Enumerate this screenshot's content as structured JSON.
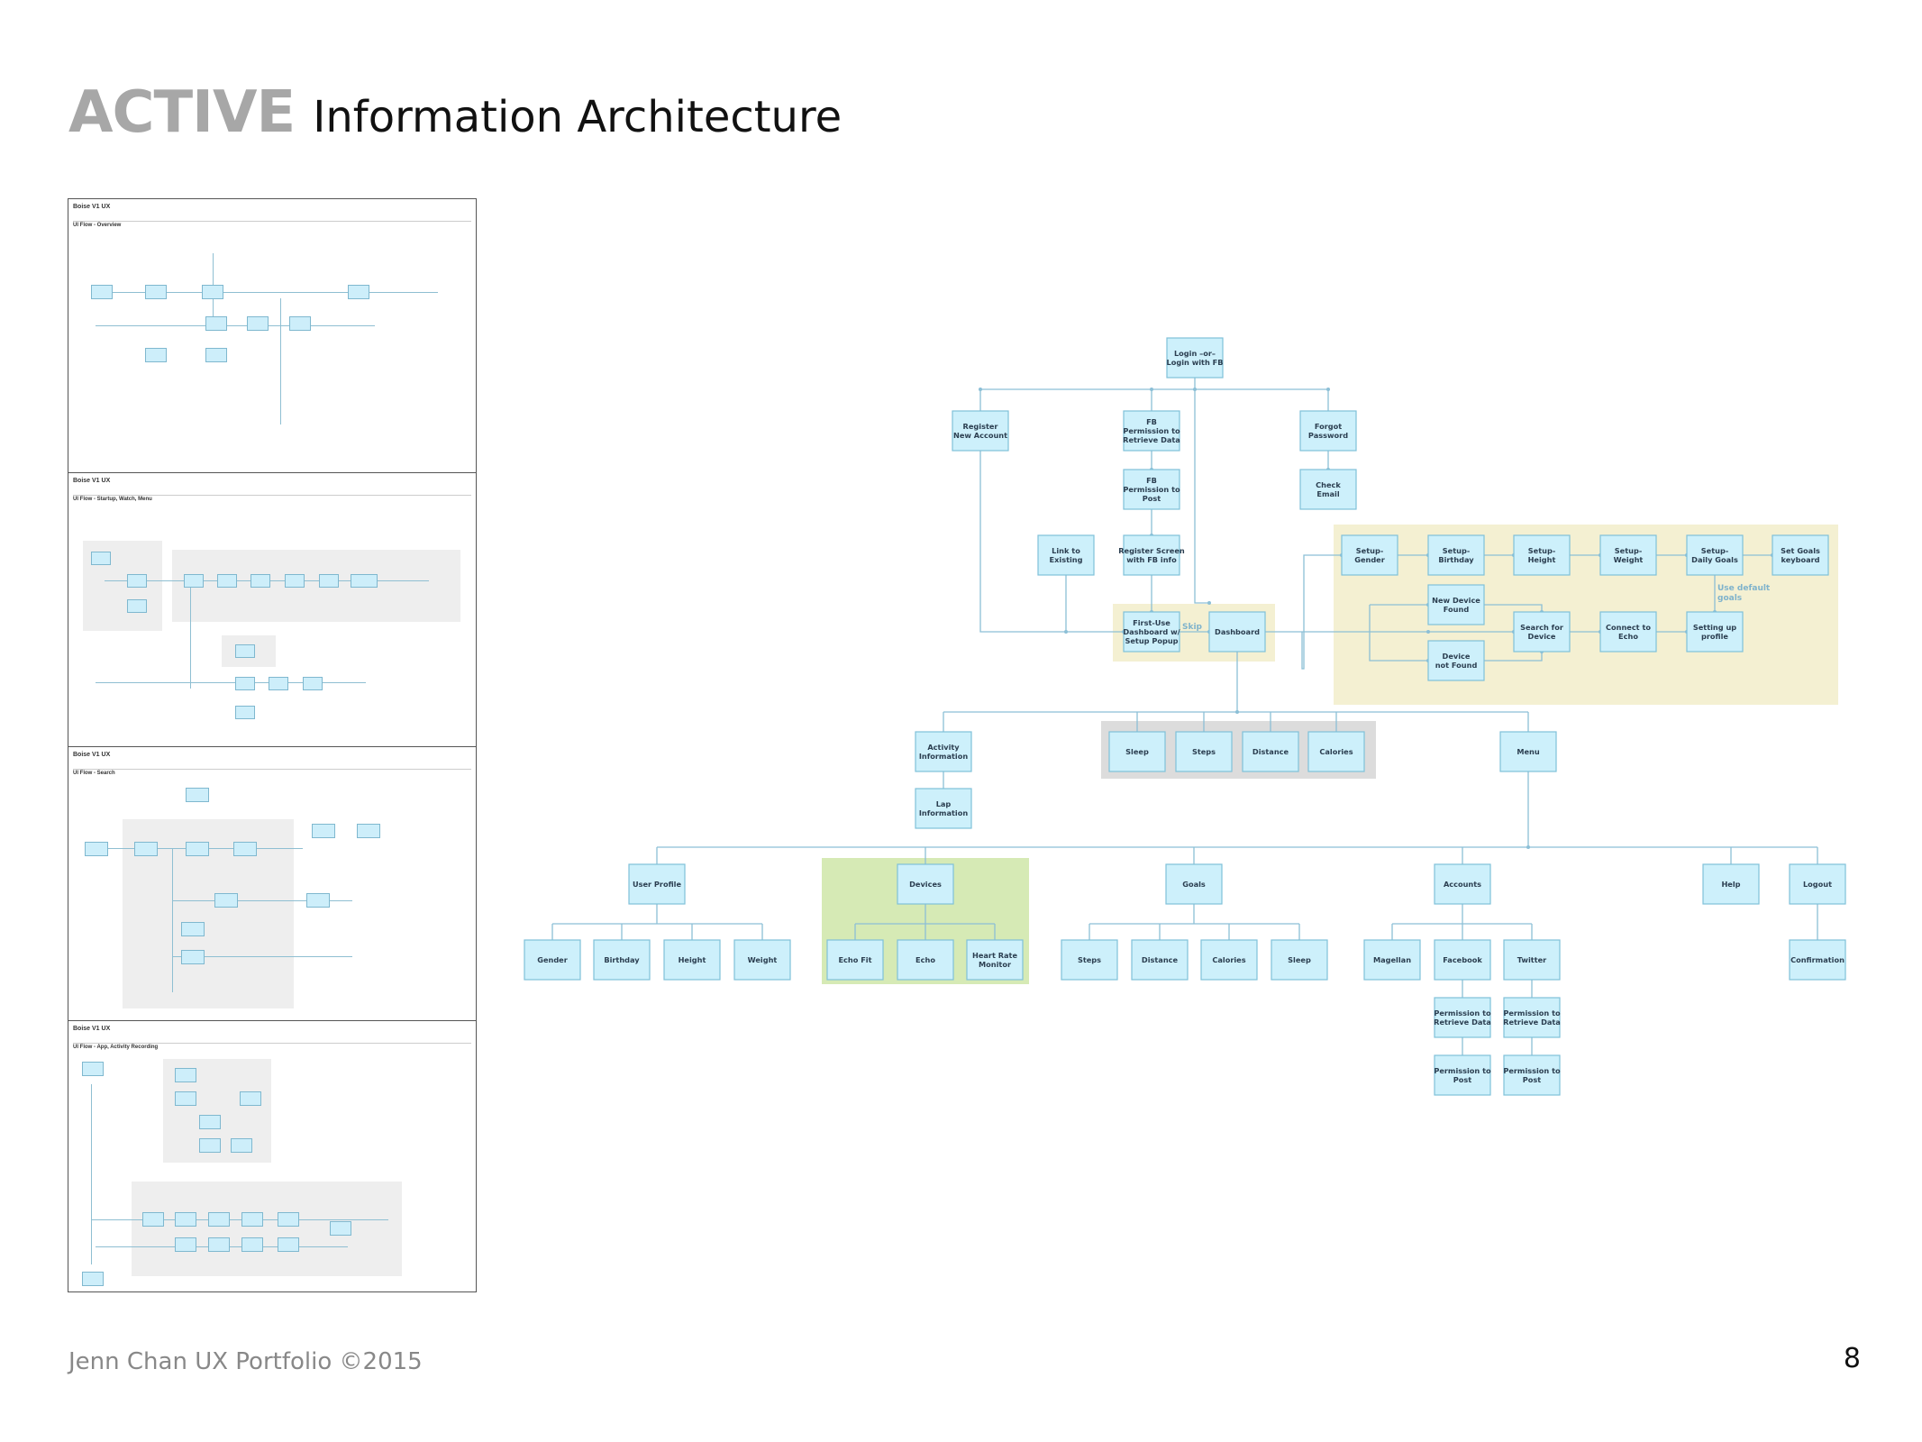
{
  "header": {
    "brand": "ACTIVE",
    "subtitle": "Information Architecture"
  },
  "footer": {
    "credit": "Jenn Chan UX Portfolio ©2015",
    "page_number": "8"
  },
  "thumbnails": [
    {
      "title": "Boise V1 UX",
      "flow": "UI Flow - Overview"
    },
    {
      "title": "Boise V1 UX",
      "flow": "UI Flow - Startup, Watch, Menu"
    },
    {
      "title": "Boise V1 UX",
      "flow": "UI Flow - Search"
    },
    {
      "title": "Boise V1 UX",
      "flow": "UI Flow - App, Activity Recording"
    }
  ],
  "diagram": {
    "nodes": [
      {
        "id": "login",
        "lines": [
          "Login –or–",
          "Login with FB"
        ]
      },
      {
        "id": "register",
        "lines": [
          "Register",
          "New Account"
        ]
      },
      {
        "id": "fb-retrieve",
        "lines": [
          "FB",
          "Permission to",
          "Retrieve Data"
        ]
      },
      {
        "id": "forgot",
        "lines": [
          "Forgot",
          "Password"
        ]
      },
      {
        "id": "fb-post",
        "lines": [
          "FB",
          "Permission to",
          "Post"
        ]
      },
      {
        "id": "check-email",
        "lines": [
          "Check",
          "Email"
        ]
      },
      {
        "id": "link-existing",
        "lines": [
          "Link to",
          "Existing"
        ]
      },
      {
        "id": "register-fb",
        "lines": [
          "Register Screen",
          "with FB info"
        ]
      },
      {
        "id": "first-use",
        "lines": [
          "First-Use",
          "Dashboard w/",
          "Setup Popup"
        ]
      },
      {
        "id": "dashboard",
        "lines": [
          "Dashboard"
        ]
      },
      {
        "id": "setup-gender",
        "lines": [
          "Setup-",
          "Gender"
        ]
      },
      {
        "id": "setup-birthday",
        "lines": [
          "Setup-",
          "Birthday"
        ]
      },
      {
        "id": "setup-height",
        "lines": [
          "Setup-",
          "Height"
        ]
      },
      {
        "id": "setup-weight",
        "lines": [
          "Setup-",
          "Weight"
        ]
      },
      {
        "id": "setup-goals",
        "lines": [
          "Setup-",
          "Daily Goals"
        ]
      },
      {
        "id": "set-goals-kb",
        "lines": [
          "Set Goals",
          "keyboard"
        ]
      },
      {
        "id": "new-device",
        "lines": [
          "New Device",
          "Found"
        ]
      },
      {
        "id": "search-device",
        "lines": [
          "Search for",
          "Device"
        ]
      },
      {
        "id": "connect-echo",
        "lines": [
          "Connect to",
          "Echo"
        ]
      },
      {
        "id": "setting-profile",
        "lines": [
          "Setting up",
          "profile"
        ]
      },
      {
        "id": "device-not-found",
        "lines": [
          "Device",
          "not Found"
        ]
      },
      {
        "id": "activity-info",
        "lines": [
          "Activity",
          "Information"
        ]
      },
      {
        "id": "lap-info",
        "lines": [
          "Lap",
          "Information"
        ]
      },
      {
        "id": "sleep",
        "lines": [
          "Sleep"
        ]
      },
      {
        "id": "steps",
        "lines": [
          "Steps"
        ]
      },
      {
        "id": "distance",
        "lines": [
          "Distance"
        ]
      },
      {
        "id": "calories",
        "lines": [
          "Calories"
        ]
      },
      {
        "id": "menu",
        "lines": [
          "Menu"
        ]
      },
      {
        "id": "user-profile",
        "lines": [
          "User Profile"
        ]
      },
      {
        "id": "devices",
        "lines": [
          "Devices"
        ]
      },
      {
        "id": "goals",
        "lines": [
          "Goals"
        ]
      },
      {
        "id": "accounts",
        "lines": [
          "Accounts"
        ]
      },
      {
        "id": "help",
        "lines": [
          "Help"
        ]
      },
      {
        "id": "logout",
        "lines": [
          "Logout"
        ]
      },
      {
        "id": "gender",
        "lines": [
          "Gender"
        ]
      },
      {
        "id": "birthday",
        "lines": [
          "Birthday"
        ]
      },
      {
        "id": "height",
        "lines": [
          "Height"
        ]
      },
      {
        "id": "weight",
        "lines": [
          "Weight"
        ]
      },
      {
        "id": "echo-fit",
        "lines": [
          "Echo Fit"
        ]
      },
      {
        "id": "echo",
        "lines": [
          "Echo"
        ]
      },
      {
        "id": "hr-monitor",
        "lines": [
          "Heart Rate",
          "Monitor"
        ]
      },
      {
        "id": "g-steps",
        "lines": [
          "Steps"
        ]
      },
      {
        "id": "g-distance",
        "lines": [
          "Distance"
        ]
      },
      {
        "id": "g-calories",
        "lines": [
          "Calories"
        ]
      },
      {
        "id": "g-sleep",
        "lines": [
          "Sleep"
        ]
      },
      {
        "id": "magellan",
        "lines": [
          "Magellan"
        ]
      },
      {
        "id": "facebook",
        "lines": [
          "Facebook"
        ]
      },
      {
        "id": "twitter",
        "lines": [
          "Twitter"
        ]
      },
      {
        "id": "confirmation",
        "lines": [
          "Confirmation"
        ]
      },
      {
        "id": "fbk-retrieve",
        "lines": [
          "Permission to",
          "Retrieve Data"
        ]
      },
      {
        "id": "tw-retrieve",
        "lines": [
          "Permission to",
          "Retrieve Data"
        ]
      },
      {
        "id": "fbk-post",
        "lines": [
          "Permission to",
          "Post"
        ]
      },
      {
        "id": "tw-post",
        "lines": [
          "Permission to",
          "Post"
        ]
      }
    ],
    "labels": {
      "skip": "Skip",
      "use_default": [
        "Use default",
        "goals"
      ]
    }
  }
}
